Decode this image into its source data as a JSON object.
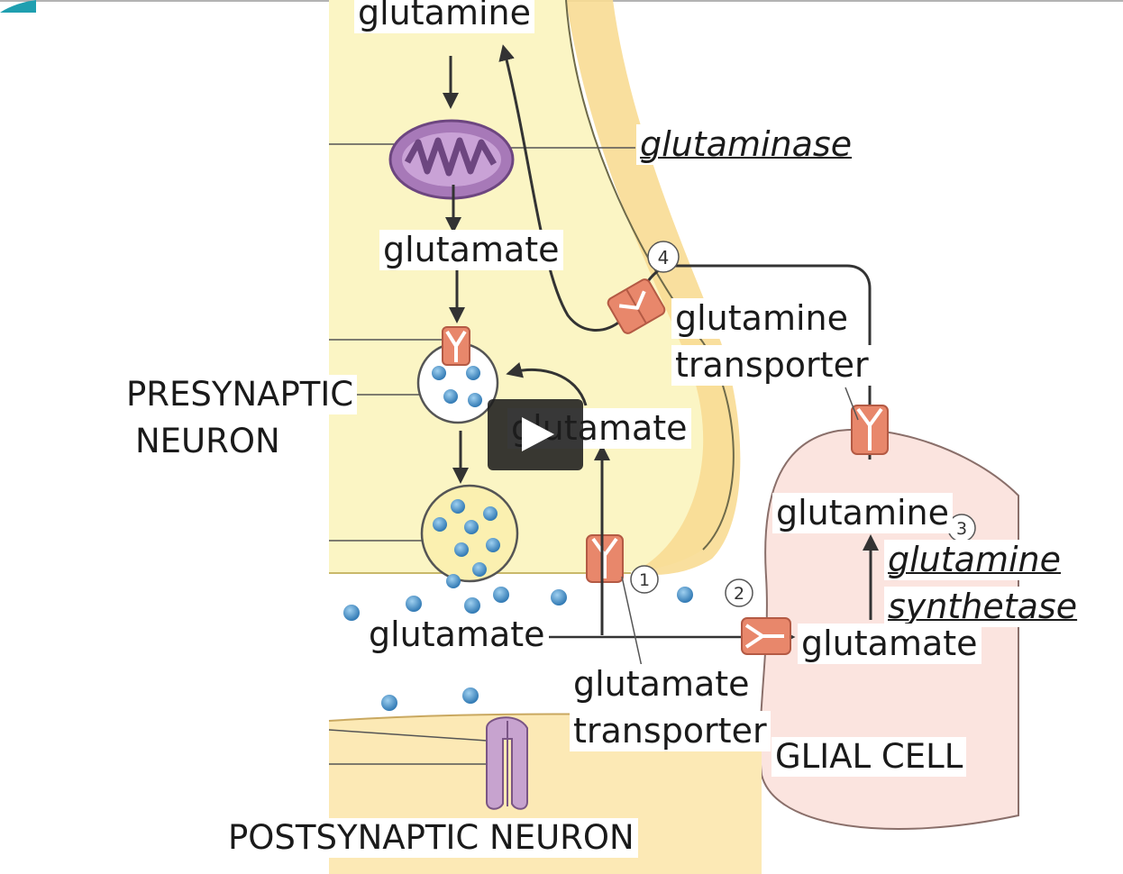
{
  "labels": {
    "glutamine_top": "glutamine",
    "glutaminase": "glutaminase",
    "glutamate_upper": "glutamate",
    "presynaptic": "PRESYNAPTIC",
    "neuron": "NEURON",
    "glutamine_transporter_1": "glutamine",
    "glutamine_transporter_2": "transporter",
    "glutamate_recycled": "glutamate",
    "glutamine_glial": "glutamine",
    "glutamine_synthetase_1": "glutamine",
    "glutamine_synthetase_2": "synthetase",
    "glutamate_cleft": "glutamate",
    "glutamate_glial": "glutamate",
    "glutamate_transporter_1": "glutamate",
    "glutamate_transporter_2": "transporter",
    "glial_cell": "GLIAL CELL",
    "postsynaptic": "POSTSYNAPTIC NEURON"
  },
  "steps": [
    "1",
    "2",
    "3",
    "4"
  ],
  "colors": {
    "presynaptic_fill": "#fbf5c4",
    "presynaptic_membrane": "#f8dc93",
    "glial_fill": "#fbe4df",
    "postsynaptic_fill": "#fce9b5",
    "transporter": "#e8876b",
    "mitochondrion": "#a779b8",
    "vesicle_dot": "#4c95c9",
    "receptor": "#c7a3cf"
  },
  "icons": {
    "play": "play-icon"
  }
}
